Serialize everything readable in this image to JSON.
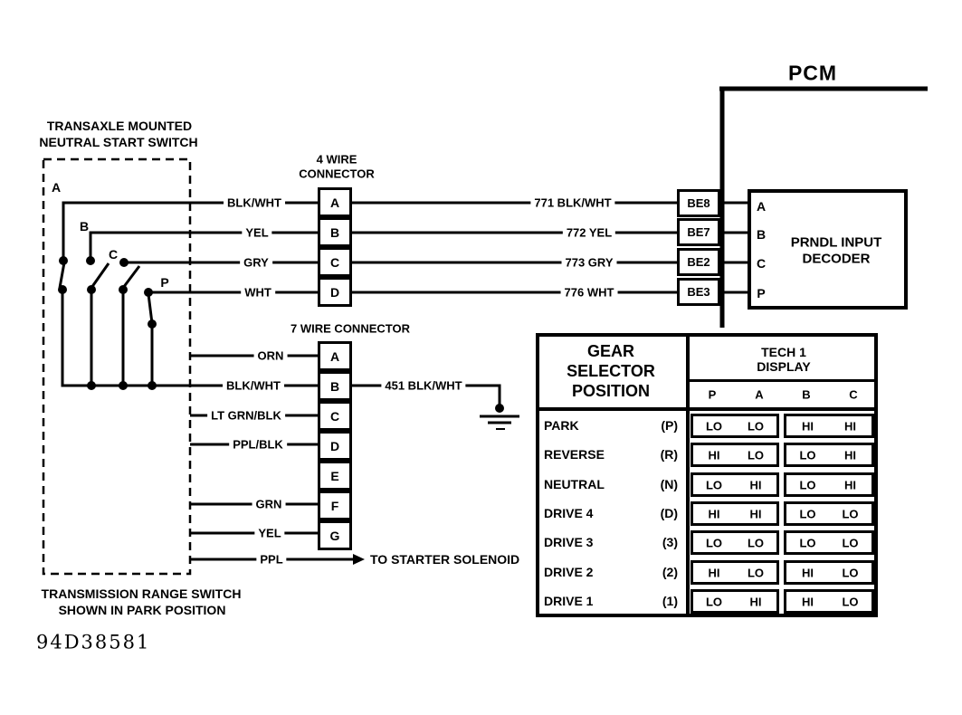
{
  "page": {
    "code": "94D38581"
  },
  "colors": {
    "ink": "#000000",
    "paper": "#ffffff"
  },
  "pcm": {
    "label": "PCM"
  },
  "switch": {
    "title_line1": "TRANSAXLE MOUNTED",
    "title_line2": "NEUTRAL START SWITCH",
    "caption_line1": "TRANSMISSION RANGE SWITCH",
    "caption_line2": "SHOWN IN PARK POSITION",
    "poles": [
      "A",
      "B",
      "C",
      "P"
    ]
  },
  "four_wire": {
    "title_line1": "4 WIRE",
    "title_line2": "CONNECTOR",
    "pins": [
      "A",
      "B",
      "C",
      "D"
    ],
    "left_wires": [
      "BLK/WHT",
      "YEL",
      "GRY",
      "WHT"
    ],
    "right_wires": [
      "771 BLK/WHT",
      "772 YEL",
      "773 GRY",
      "776 WHT"
    ]
  },
  "seven_wire": {
    "title": "7 WIRE CONNECTOR",
    "pins": [
      "A",
      "B",
      "C",
      "D",
      "E",
      "F",
      "G"
    ],
    "left_wires": [
      "ORN",
      "BLK/WHT",
      "LT GRN/BLK",
      "PPL/BLK",
      "",
      "GRN",
      "YEL"
    ],
    "b_wire": "451 BLK/WHT",
    "ppl_wire": "PPL",
    "starter_note": "TO STARTER SOLENOID"
  },
  "pcm_connector": {
    "pins": [
      "BE8",
      "BE7",
      "BE2",
      "BE3"
    ]
  },
  "decoder": {
    "pins": [
      "A",
      "B",
      "C",
      "P"
    ],
    "label_line1": "PRNDL INPUT",
    "label_line2": "DECODER"
  },
  "table": {
    "header_left": [
      "GEAR",
      "SELECTOR",
      "POSITION"
    ],
    "header_right_line1": "TECH 1",
    "header_right_line2": "DISPLAY",
    "columns": [
      "P",
      "A",
      "B",
      "C"
    ],
    "rows": [
      {
        "name": "PARK",
        "code": "(P)",
        "values": [
          "LO",
          "LO",
          "HI",
          "HI"
        ]
      },
      {
        "name": "REVERSE",
        "code": "(R)",
        "values": [
          "HI",
          "LO",
          "LO",
          "HI"
        ]
      },
      {
        "name": "NEUTRAL",
        "code": "(N)",
        "values": [
          "LO",
          "HI",
          "LO",
          "HI"
        ]
      },
      {
        "name": "DRIVE 4",
        "code": "(D)",
        "values": [
          "HI",
          "HI",
          "LO",
          "LO"
        ]
      },
      {
        "name": "DRIVE 3",
        "code": "(3)",
        "values": [
          "LO",
          "LO",
          "LO",
          "LO"
        ]
      },
      {
        "name": "DRIVE 2",
        "code": "(2)",
        "values": [
          "HI",
          "LO",
          "HI",
          "LO"
        ]
      },
      {
        "name": "DRIVE 1",
        "code": "(1)",
        "values": [
          "LO",
          "HI",
          "HI",
          "LO"
        ]
      }
    ]
  }
}
